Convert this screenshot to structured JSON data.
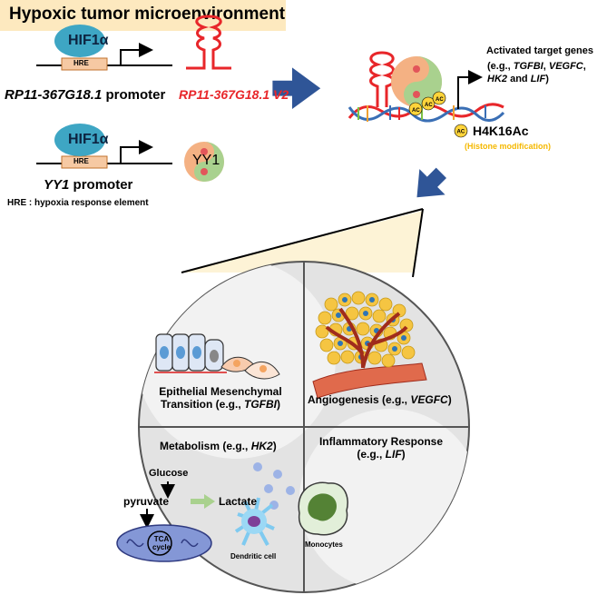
{
  "title": "Hypoxic tumor microenvironment",
  "top": {
    "hif_label": "HIF1α",
    "hre_label": "HRE",
    "rp11_promoter_gene": "RP11-367G18.1",
    "promoter_word": "promoter",
    "lncrna_label": "RP11-367G18.1 V2",
    "yy1_gene": "YY1",
    "yy1_protein": "YY1",
    "hre_note": "HRE : hypoxia response element"
  },
  "right": {
    "activated_title": "Activated target genes",
    "activated_line2_prefix": "(e.g., ",
    "gene1": "TGFBI",
    "gene2": "VEGFC",
    "gene3": "HK2",
    "and_word": " and ",
    "gene4": "LIF",
    "ac_label": "AC",
    "h4k16ac": "H4K16Ac",
    "histone_mod": "(Histone modification)"
  },
  "circle": {
    "emt_line1": "Epithelial Mesenchymal",
    "emt_line2_prefix": "Transition (e.g., ",
    "emt_gene": "TGFBI",
    "angio_prefix": "Angiogenesis (e.g., ",
    "angio_gene": "VEGFC",
    "metab_prefix": "Metabolism (e.g., ",
    "metab_gene": "HK2",
    "glucose": "Glucose",
    "pyruvate": "pyruvate",
    "lactate": "Lactate",
    "tca1": "TCA",
    "tca2": "cycle",
    "inflam_line1": "Inflammatory Response",
    "inflam_prefix": "(e.g., ",
    "inflam_gene": "LIF",
    "dendritic": "Dendritic cell",
    "monocytes": "Monocytes"
  },
  "colors": {
    "banner": "#fde9bf",
    "hif": "#3ea6c4",
    "hre": "#f6c9a3",
    "lncrna": "#e8262a",
    "arrow_blue": "#2f5597",
    "histone_text": "#f5b800",
    "circle_bg": "#e6e6e6",
    "cone": "#fdf3d6"
  }
}
